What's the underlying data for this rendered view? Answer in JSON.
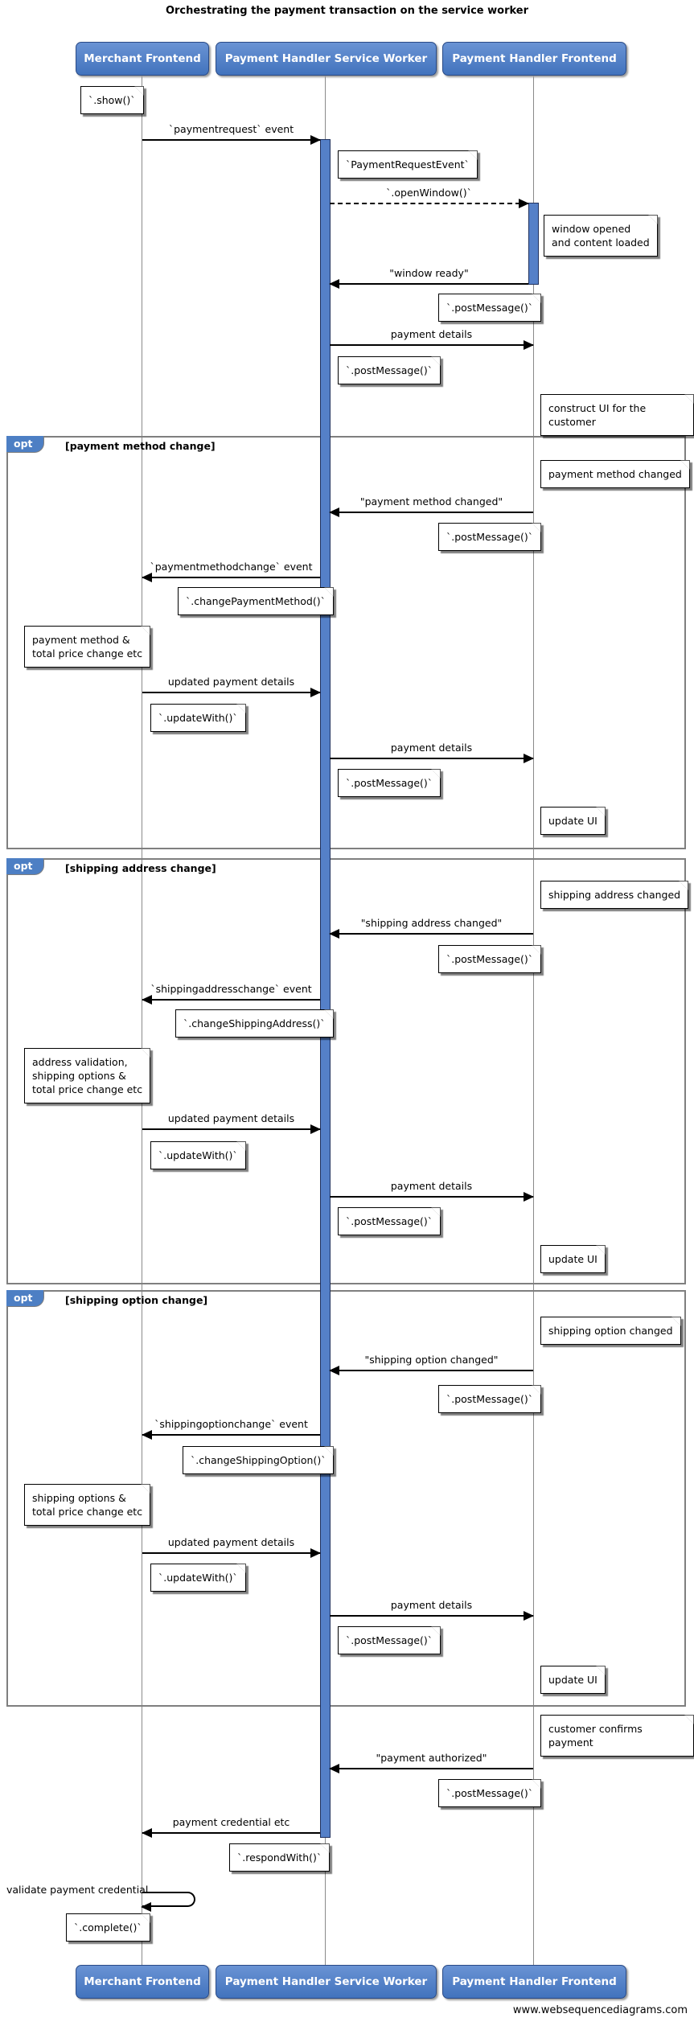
{
  "title": "Orchestrating the payment transaction on the service worker",
  "participants": {
    "merchant": "Merchant Frontend",
    "service_worker": "Payment Handler Service Worker",
    "handler_frontend": "Payment Handler Frontend"
  },
  "fragments": {
    "opt_label": "opt",
    "payment_method_condition": "[payment method change]",
    "shipping_address_condition": "[shipping address change]",
    "shipping_option_condition": "[shipping option change]"
  },
  "messages": {
    "paymentrequest_event": "`paymentrequest` event",
    "open_window": "`.openWindow()`",
    "window_ready": "\"window ready\"",
    "payment_details": "payment details",
    "payment_method_changed": "\"payment method changed\"",
    "paymentmethodchange_event": "`paymentmethodchange` event",
    "updated_payment_details": "updated payment details",
    "shipping_address_changed": "\"shipping address changed\"",
    "shippingaddresschange_event": "`shippingaddresschange` event",
    "shipping_option_changed": "\"shipping option changed\"",
    "shippingoptionchange_event": "`shippingoptionchange` event",
    "payment_authorized": "\"payment authorized\"",
    "payment_credential": "payment credential etc",
    "validate_payment_credential": "validate payment credential"
  },
  "notes": {
    "show": "`.show()`",
    "payment_request_event": "`PaymentRequestEvent`",
    "window_opened": "window opened\nand content loaded",
    "post_message": "`.postMessage()`",
    "construct_ui": "construct UI for the customer",
    "payment_method_changed": "payment method changed",
    "change_payment_method": "`.changePaymentMethod()`",
    "payment_method_total": "payment method &\ntotal price change etc",
    "update_with": "`.updateWith()`",
    "update_ui": "update UI",
    "shipping_address_changed": "shipping address changed",
    "change_shipping_address": "`.changeShippingAddress()`",
    "address_validation": "address validation,\nshipping options &\ntotal price change etc",
    "shipping_option_changed": "shipping option changed",
    "change_shipping_option": "`.changeShippingOption()`",
    "shipping_options_total": "shipping options &\ntotal price change etc",
    "customer_confirms": "customer confirms payment",
    "respond_with": "`.respondWith()`",
    "complete": "`.complete()`"
  },
  "footer": "www.websequencediagrams.com",
  "colors": {
    "participant_fill": "#4d7fc4",
    "participant_border": "#2a4a85",
    "activation_fill": "#5580c8",
    "frame_border": "#7f7f7f",
    "lifeline": "#8a8a8a"
  }
}
